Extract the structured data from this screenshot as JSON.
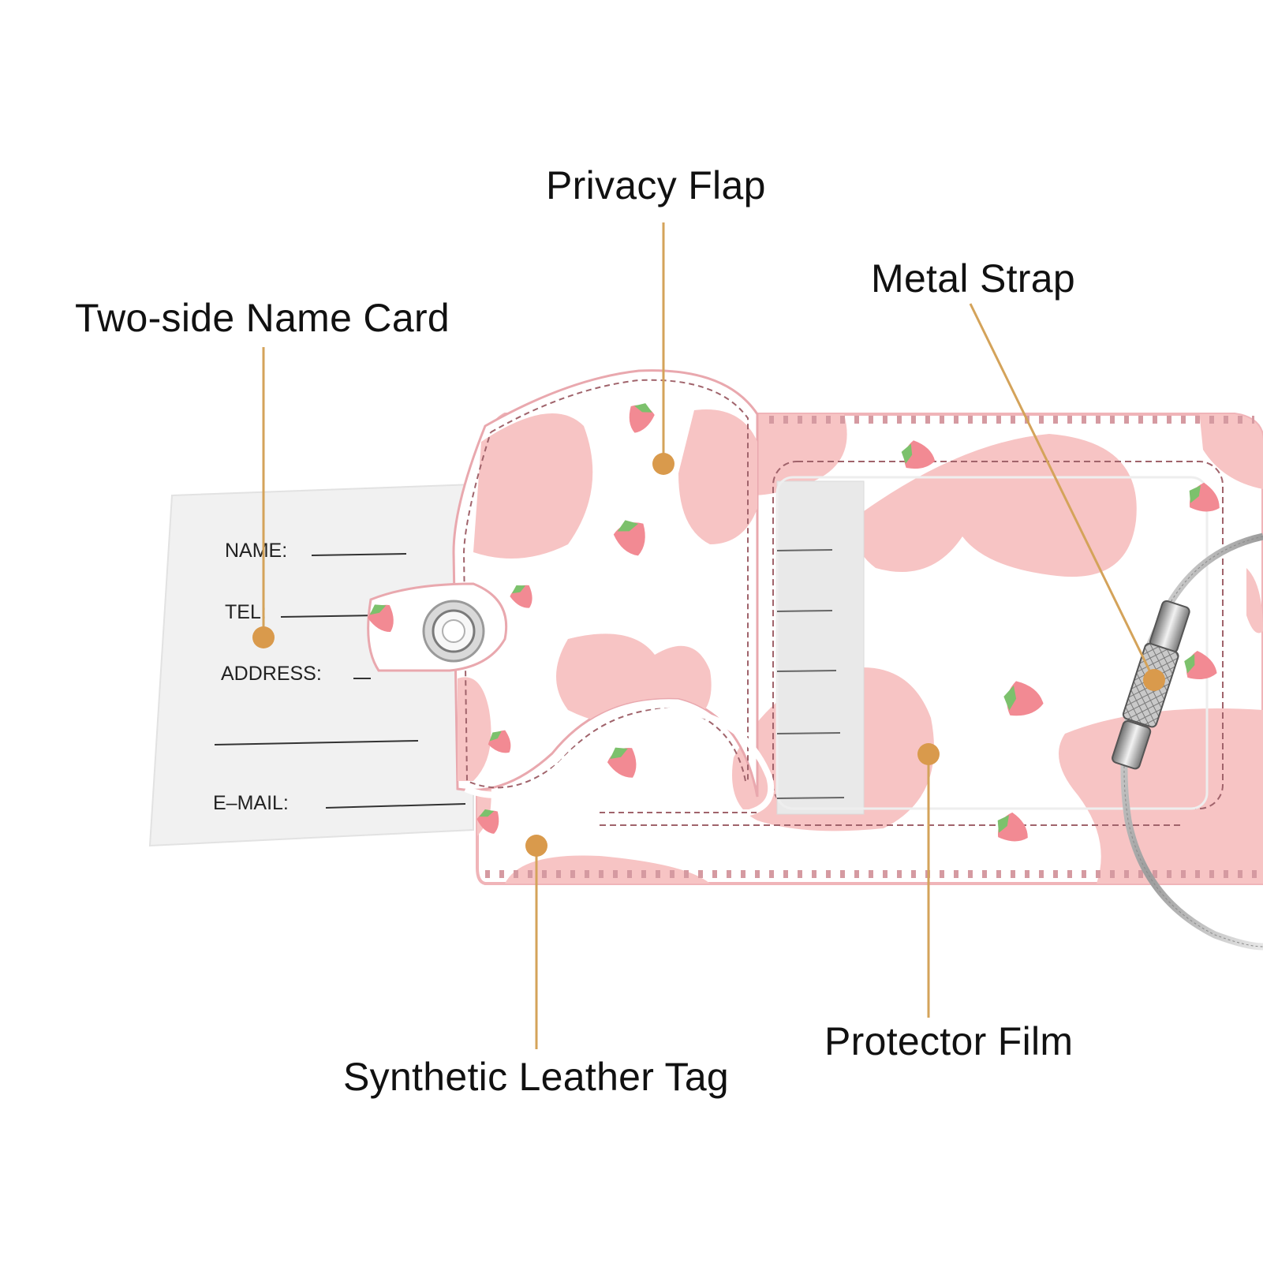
{
  "callouts": {
    "privacy_flap": "Privacy Flap",
    "metal_strap": "Metal Strap",
    "name_card": "Two-side Name Card",
    "leather_tag": "Synthetic Leather Tag",
    "protector_film": "Protector Film"
  },
  "name_card_fields": {
    "name": "NAME:",
    "tel": "TEL:",
    "address": "ADDRESS:",
    "email": "E–MAIL:"
  },
  "colors": {
    "leader_line": "#d4a35a",
    "marker_dot": "#d99a4c",
    "pink_blob": "#f7c4c4",
    "stitch": "#a0636b",
    "strawberry": "#f28a93",
    "leaf": "#7cc16c",
    "label_text": "#111111"
  }
}
